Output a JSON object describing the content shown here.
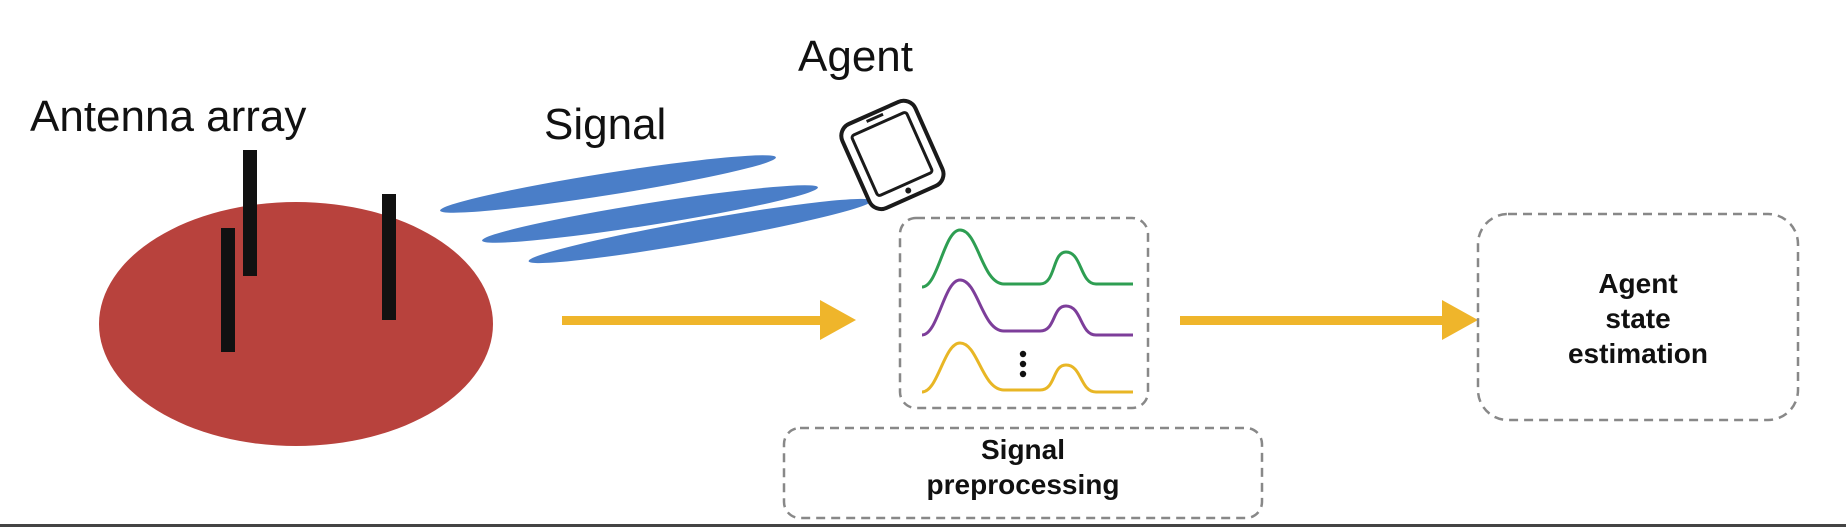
{
  "labels": {
    "antenna_array": "Antenna array",
    "signal": "Signal",
    "agent": "Agent",
    "signal_preprocessing": [
      "Signal",
      "preprocessing"
    ],
    "agent_state_estimation": [
      "Agent",
      "state",
      "estimation"
    ]
  },
  "colors": {
    "disk": "#b8423d",
    "antenna": "#111111",
    "beam": "#4a7ec8",
    "arrow": "#efb52b",
    "curve_green": "#2e9e52",
    "curve_purple": "#7d3e9a",
    "curve_yellow": "#e8b625",
    "dashed_border": "#888888"
  },
  "icons": [
    "smartphone-icon",
    "vertical-ellipsis-icon"
  ]
}
